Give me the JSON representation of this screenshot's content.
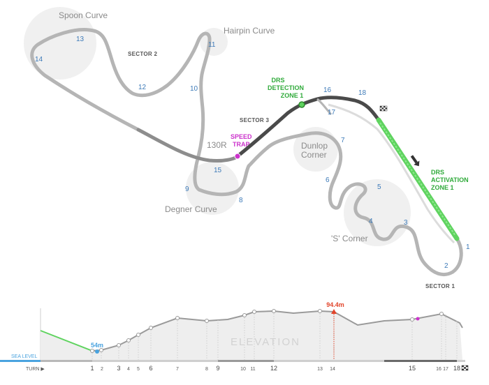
{
  "corners": [
    {
      "id": "spoon",
      "name": "Spoon Curve"
    },
    {
      "id": "hairpin",
      "name": "Hairpin Curve"
    },
    {
      "id": "130r",
      "name": "130R"
    },
    {
      "id": "dunlop-1",
      "name": "Dunlop"
    },
    {
      "id": "dunlop-2",
      "name": "Corner"
    },
    {
      "id": "degner",
      "name": "Degner Curve"
    },
    {
      "id": "s-corner",
      "name": "'S' Corner"
    }
  ],
  "sectors": [
    "SECTOR 1",
    "SECTOR 2",
    "SECTOR 3"
  ],
  "turn_labels": [
    "1",
    "2",
    "3",
    "4",
    "5",
    "6",
    "7",
    "8",
    "9",
    "10",
    "11",
    "12",
    "13",
    "14",
    "15",
    "16",
    "17",
    "18"
  ],
  "drs": {
    "detection_line1": "DRS",
    "detection_line2": "DETECTION",
    "detection_line3": "ZONE 1",
    "activation_line1": "DRS",
    "activation_line2": "ACTIVATION",
    "activation_line3": "ZONE 1"
  },
  "speed_trap": {
    "line1": "SPEED",
    "line2": "TRAP"
  },
  "elevation": {
    "title": "ELEVATION",
    "min_label": "54m",
    "max_label": "94.4m",
    "sea_level_label": "SEA LEVEL",
    "turn_axis_label": "TURN ▶",
    "turn_ticks": [
      "1",
      "2",
      "3",
      "4",
      "5",
      "6",
      "7",
      "8",
      "9",
      "10",
      "11",
      "12",
      "13",
      "14",
      "15",
      "16",
      "17",
      "18"
    ]
  },
  "colors": {
    "track": "#b5b5b5",
    "sector3": "#4a4a4a",
    "drs": "#5fd35f",
    "turn_numbers": "#3d7ab8",
    "speed_trap": "#cc33cc",
    "elevation_max": "#e2452b",
    "sea_level": "#4aa3df"
  }
}
